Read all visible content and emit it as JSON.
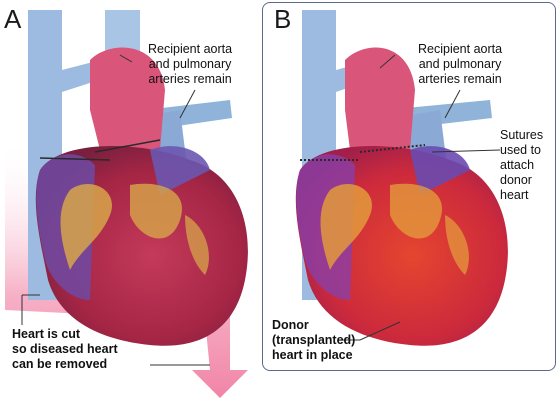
{
  "panels": [
    {
      "letter": "A",
      "label_top": [
        "Recipient aorta",
        "and pulmonary",
        "arteries remain"
      ],
      "label_bottom": [
        "Heart is cut",
        "so diseased heart",
        "can be removed"
      ]
    },
    {
      "letter": "B",
      "label_top": [
        "Recipient aorta",
        "and pulmonary",
        "arteries remain"
      ],
      "label_sutures": [
        "Sutures",
        "used to",
        "attach",
        "donor",
        "heart"
      ],
      "label_bottom": [
        "Donor",
        "(transplanted)",
        "heart in place"
      ]
    }
  ],
  "colors": {
    "vessel_blue": "#8fb3d9",
    "aorta_pink": "#d9557a",
    "heart_red": "#b82a4a",
    "heart_purple": "#7a4fa0",
    "fat_yellow": "#d7a64a",
    "arrow_pink": "#f07aa0",
    "frame": "#5a6a8a"
  }
}
